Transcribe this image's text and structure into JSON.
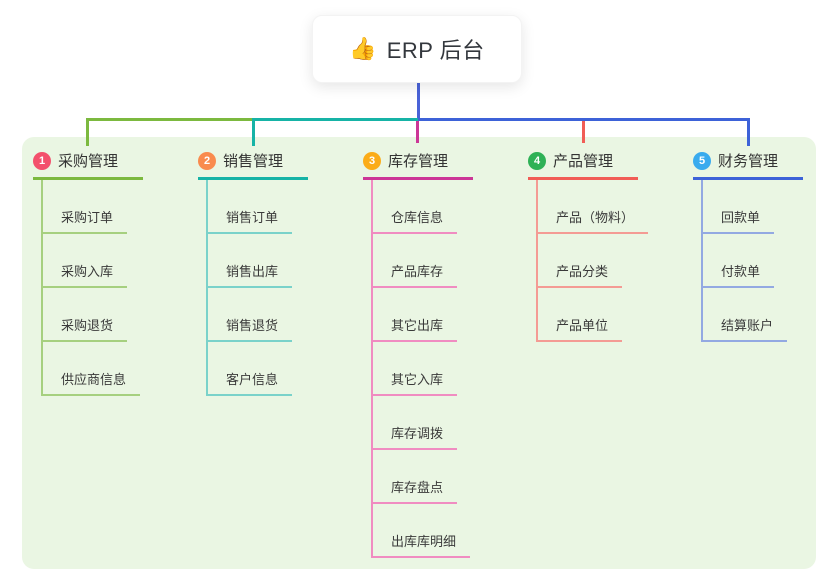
{
  "root": {
    "icon": "👍",
    "label": "ERP 后台"
  },
  "colors": {
    "page_bg": "#ffffff",
    "panel_bg": "#EAF6E3",
    "text": "#333333",
    "root_line": "#4A63D8"
  },
  "branches": [
    {
      "index": "1",
      "label": "采购管理",
      "badge_color": "#F3506C",
      "line_color": "#7CB93F",
      "child_line_color": "#A6D07F",
      "children": [
        "采购订单",
        "采购入库",
        "采购退货",
        "供应商信息"
      ]
    },
    {
      "index": "2",
      "label": "销售管理",
      "badge_color": "#F98B4E",
      "line_color": "#16B3A6",
      "child_line_color": "#7AD2CA",
      "children": [
        "销售订单",
        "销售出库",
        "销售退货",
        "客户信息"
      ]
    },
    {
      "index": "3",
      "label": "库存管理",
      "badge_color": "#FBAC18",
      "line_color": "#CC3697",
      "child_line_color": "#F08CC1",
      "children": [
        "仓库信息",
        "产品库存",
        "其它出库",
        "其它入库",
        "库存调拨",
        "库存盘点",
        "出库库明细"
      ]
    },
    {
      "index": "4",
      "label": "产品管理",
      "badge_color": "#2EB156",
      "line_color": "#F15D56",
      "child_line_color": "#F49B94",
      "children": [
        "产品（物料）",
        "产品分类",
        "产品单位"
      ]
    },
    {
      "index": "5",
      "label": "财务管理",
      "badge_color": "#39ABEE",
      "line_color": "#3D62D8",
      "child_line_color": "#93A9E2",
      "children": [
        "回款单",
        "付款单",
        "结算账户"
      ]
    }
  ]
}
